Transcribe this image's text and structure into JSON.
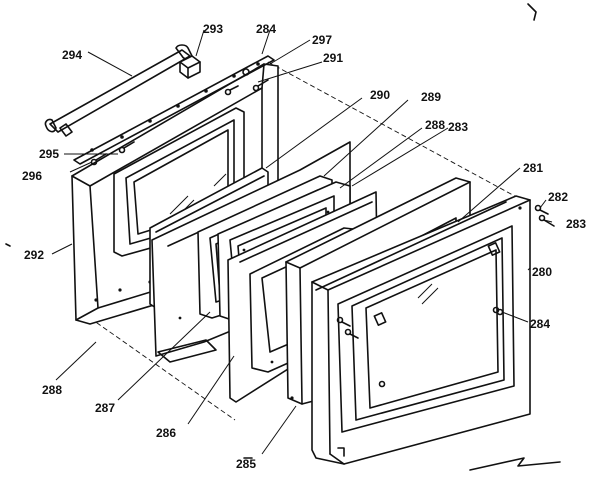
{
  "callouts": [
    {
      "id": "c294",
      "text": "294"
    },
    {
      "id": "c293",
      "text": "293"
    },
    {
      "id": "c284a",
      "text": "284"
    },
    {
      "id": "c297",
      "text": "297"
    },
    {
      "id": "c291",
      "text": "291"
    },
    {
      "id": "c290",
      "text": "290"
    },
    {
      "id": "c289",
      "text": "289"
    },
    {
      "id": "c288a",
      "text": "288"
    },
    {
      "id": "c283a",
      "text": "283"
    },
    {
      "id": "c295",
      "text": "295"
    },
    {
      "id": "c296",
      "text": "296"
    },
    {
      "id": "c292",
      "text": "292"
    },
    {
      "id": "c281",
      "text": "281"
    },
    {
      "id": "c282",
      "text": "282"
    },
    {
      "id": "c283b",
      "text": "283"
    },
    {
      "id": "c280",
      "text": "280"
    },
    {
      "id": "c284b",
      "text": "284"
    },
    {
      "id": "c288b",
      "text": "288"
    },
    {
      "id": "c287",
      "text": "287"
    },
    {
      "id": "c286",
      "text": "286"
    },
    {
      "id": "c285",
      "text": "285"
    }
  ]
}
